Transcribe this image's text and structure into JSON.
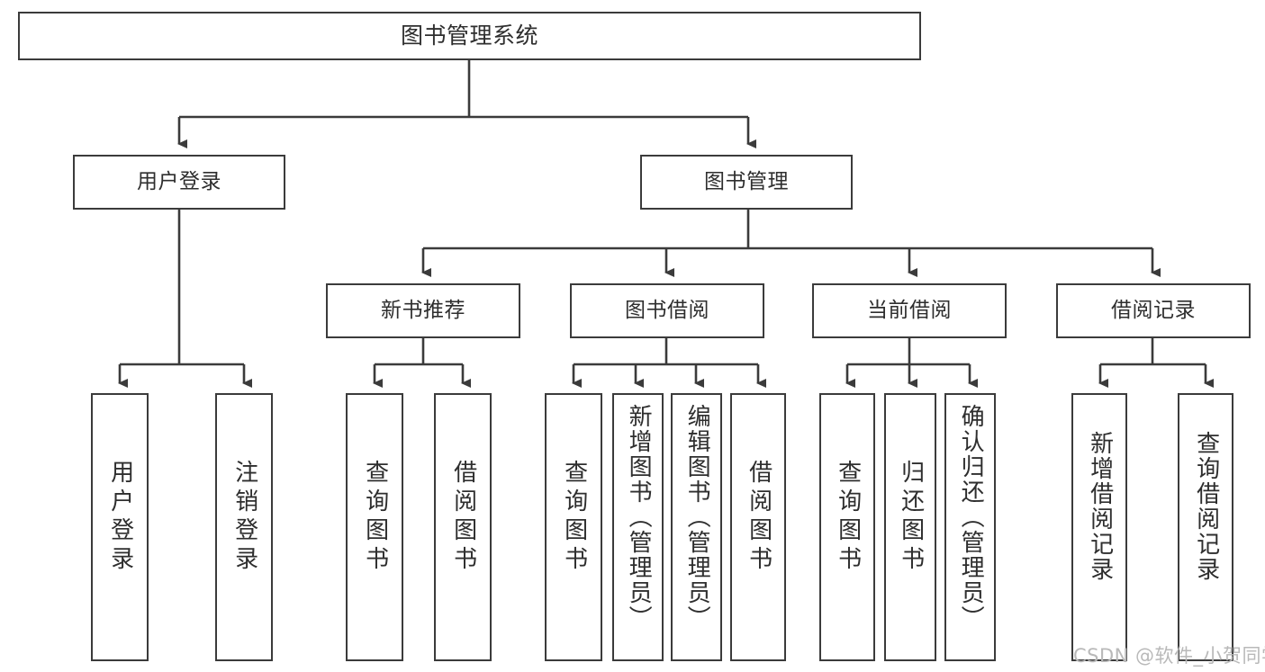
{
  "diagram": {
    "type": "tree",
    "title": "图书管理系统",
    "watermark": "CSDN @软件_小贺同学",
    "colors": {
      "background": "#ffffff",
      "node_border": "#3b3b3b",
      "node_fill": "#ffffff",
      "text": "#2e2e2e",
      "connector": "#3b3b3b",
      "watermark": "#b9b9b9"
    },
    "root": {
      "label": "图书管理系统"
    },
    "level2": [
      {
        "label": "用户登录"
      },
      {
        "label": "图书管理"
      }
    ],
    "level3": [
      {
        "label": "新书推荐"
      },
      {
        "label": "图书借阅"
      },
      {
        "label": "当前借阅"
      },
      {
        "label": "借阅记录"
      }
    ],
    "leaves": {
      "user_login": [
        {
          "label": "用户登录"
        },
        {
          "label": "注销登录"
        }
      ],
      "new_book": [
        {
          "label": "查询图书"
        },
        {
          "label": "借阅图书"
        }
      ],
      "book_borrow": [
        {
          "label": "查询图书"
        },
        {
          "label": "新增图书（管理员）"
        },
        {
          "label": "编辑图书（管理员）"
        },
        {
          "label": "借阅图书"
        }
      ],
      "current_borrow": [
        {
          "label": "查询图书"
        },
        {
          "label": "归还图书"
        },
        {
          "label": "确认归还（管理员）"
        }
      ],
      "borrow_record": [
        {
          "label": "新增借阅记录"
        },
        {
          "label": "查询借阅记录"
        }
      ]
    }
  }
}
